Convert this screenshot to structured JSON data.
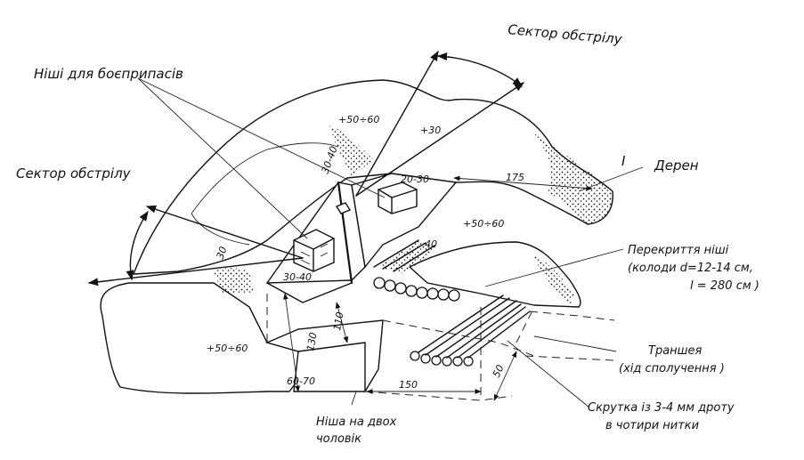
{
  "labels": {
    "ammo_niches": "Ніші для боєприпасів",
    "fire_sector_top": "Сектор обстрілу",
    "fire_sector_left": "Сектор обстрілу",
    "turf": "Дерен",
    "turf_marker": "I",
    "niche_cover_line1": "Перекриття ніші",
    "niche_cover_line2": "(колоди d=12-14 см,",
    "niche_cover_line3": "l = 280 см )",
    "trench_line1": "Траншея",
    "trench_line2": "(хід сполучення )",
    "wire_tie_line1": "Скрутка із 3-4 мм дроту",
    "wire_tie_line2": "в чотири нитки",
    "two_man_niche_line1": "Ніша на двох",
    "two_man_niche_line2": "чоловік"
  },
  "dimensions": {
    "berm_top": "+50÷60",
    "berm_right": "+50÷60",
    "berm_left": "+50÷60",
    "parapet": "+30",
    "niche_top": "20-30",
    "niche_upper_size": "30-40",
    "niche_lower_size": "30-40",
    "width_175": "175",
    "side_30": "30",
    "side_110": "110",
    "side_130": "130",
    "side_60_70": "60-70",
    "length_150": "150",
    "depth_50": "50",
    "niche_height": "40"
  },
  "colors": {
    "ink": "#111111",
    "paper": "#ffffff"
  }
}
